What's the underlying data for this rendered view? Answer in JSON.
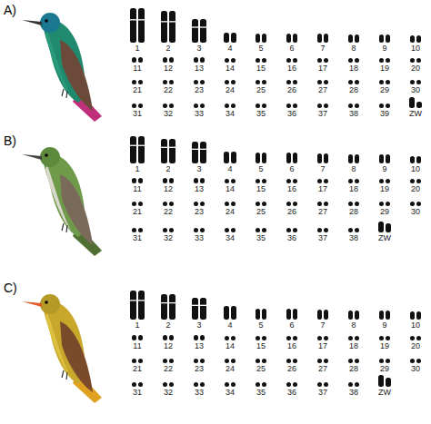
{
  "diagram": {
    "labels": [
      "A)",
      "1",
      "2",
      "3",
      "4",
      "5",
      "6",
      "7",
      "8",
      "9",
      "10",
      "11",
      "12",
      "13",
      "14",
      "15",
      "16",
      "17",
      "18",
      "19",
      "20",
      "21",
      "22",
      "23",
      "24",
      "25",
      "26",
      "27",
      "28",
      "29",
      "30",
      "31",
      "32",
      "33",
      "34",
      "35",
      "36",
      "37",
      "38",
      "39",
      "ZW",
      "B)",
      "1",
      "2",
      "3",
      "4",
      "5",
      "6",
      "7",
      "8",
      "9",
      "10",
      "11",
      "12",
      "13",
      "14",
      "15",
      "16",
      "17",
      "18",
      "19",
      "20",
      "21",
      "22",
      "23",
      "24",
      "25",
      "26",
      "27",
      "28",
      "29",
      "30",
      "31",
      "32",
      "33",
      "34",
      "35",
      "36",
      "37",
      "38",
      "ZW",
      "C)",
      "1",
      "2",
      "3",
      "4",
      "5",
      "6",
      "7",
      "8",
      "9",
      "10",
      "11",
      "12",
      "13",
      "14",
      "15",
      "16",
      "17",
      "18",
      "19",
      "20",
      "21",
      "22",
      "23",
      "24",
      "25",
      "26",
      "27",
      "28",
      "29",
      "30",
      "31",
      "32",
      "33",
      "34",
      "35",
      "36",
      "37",
      "38",
      "ZW"
    ]
  }
}
